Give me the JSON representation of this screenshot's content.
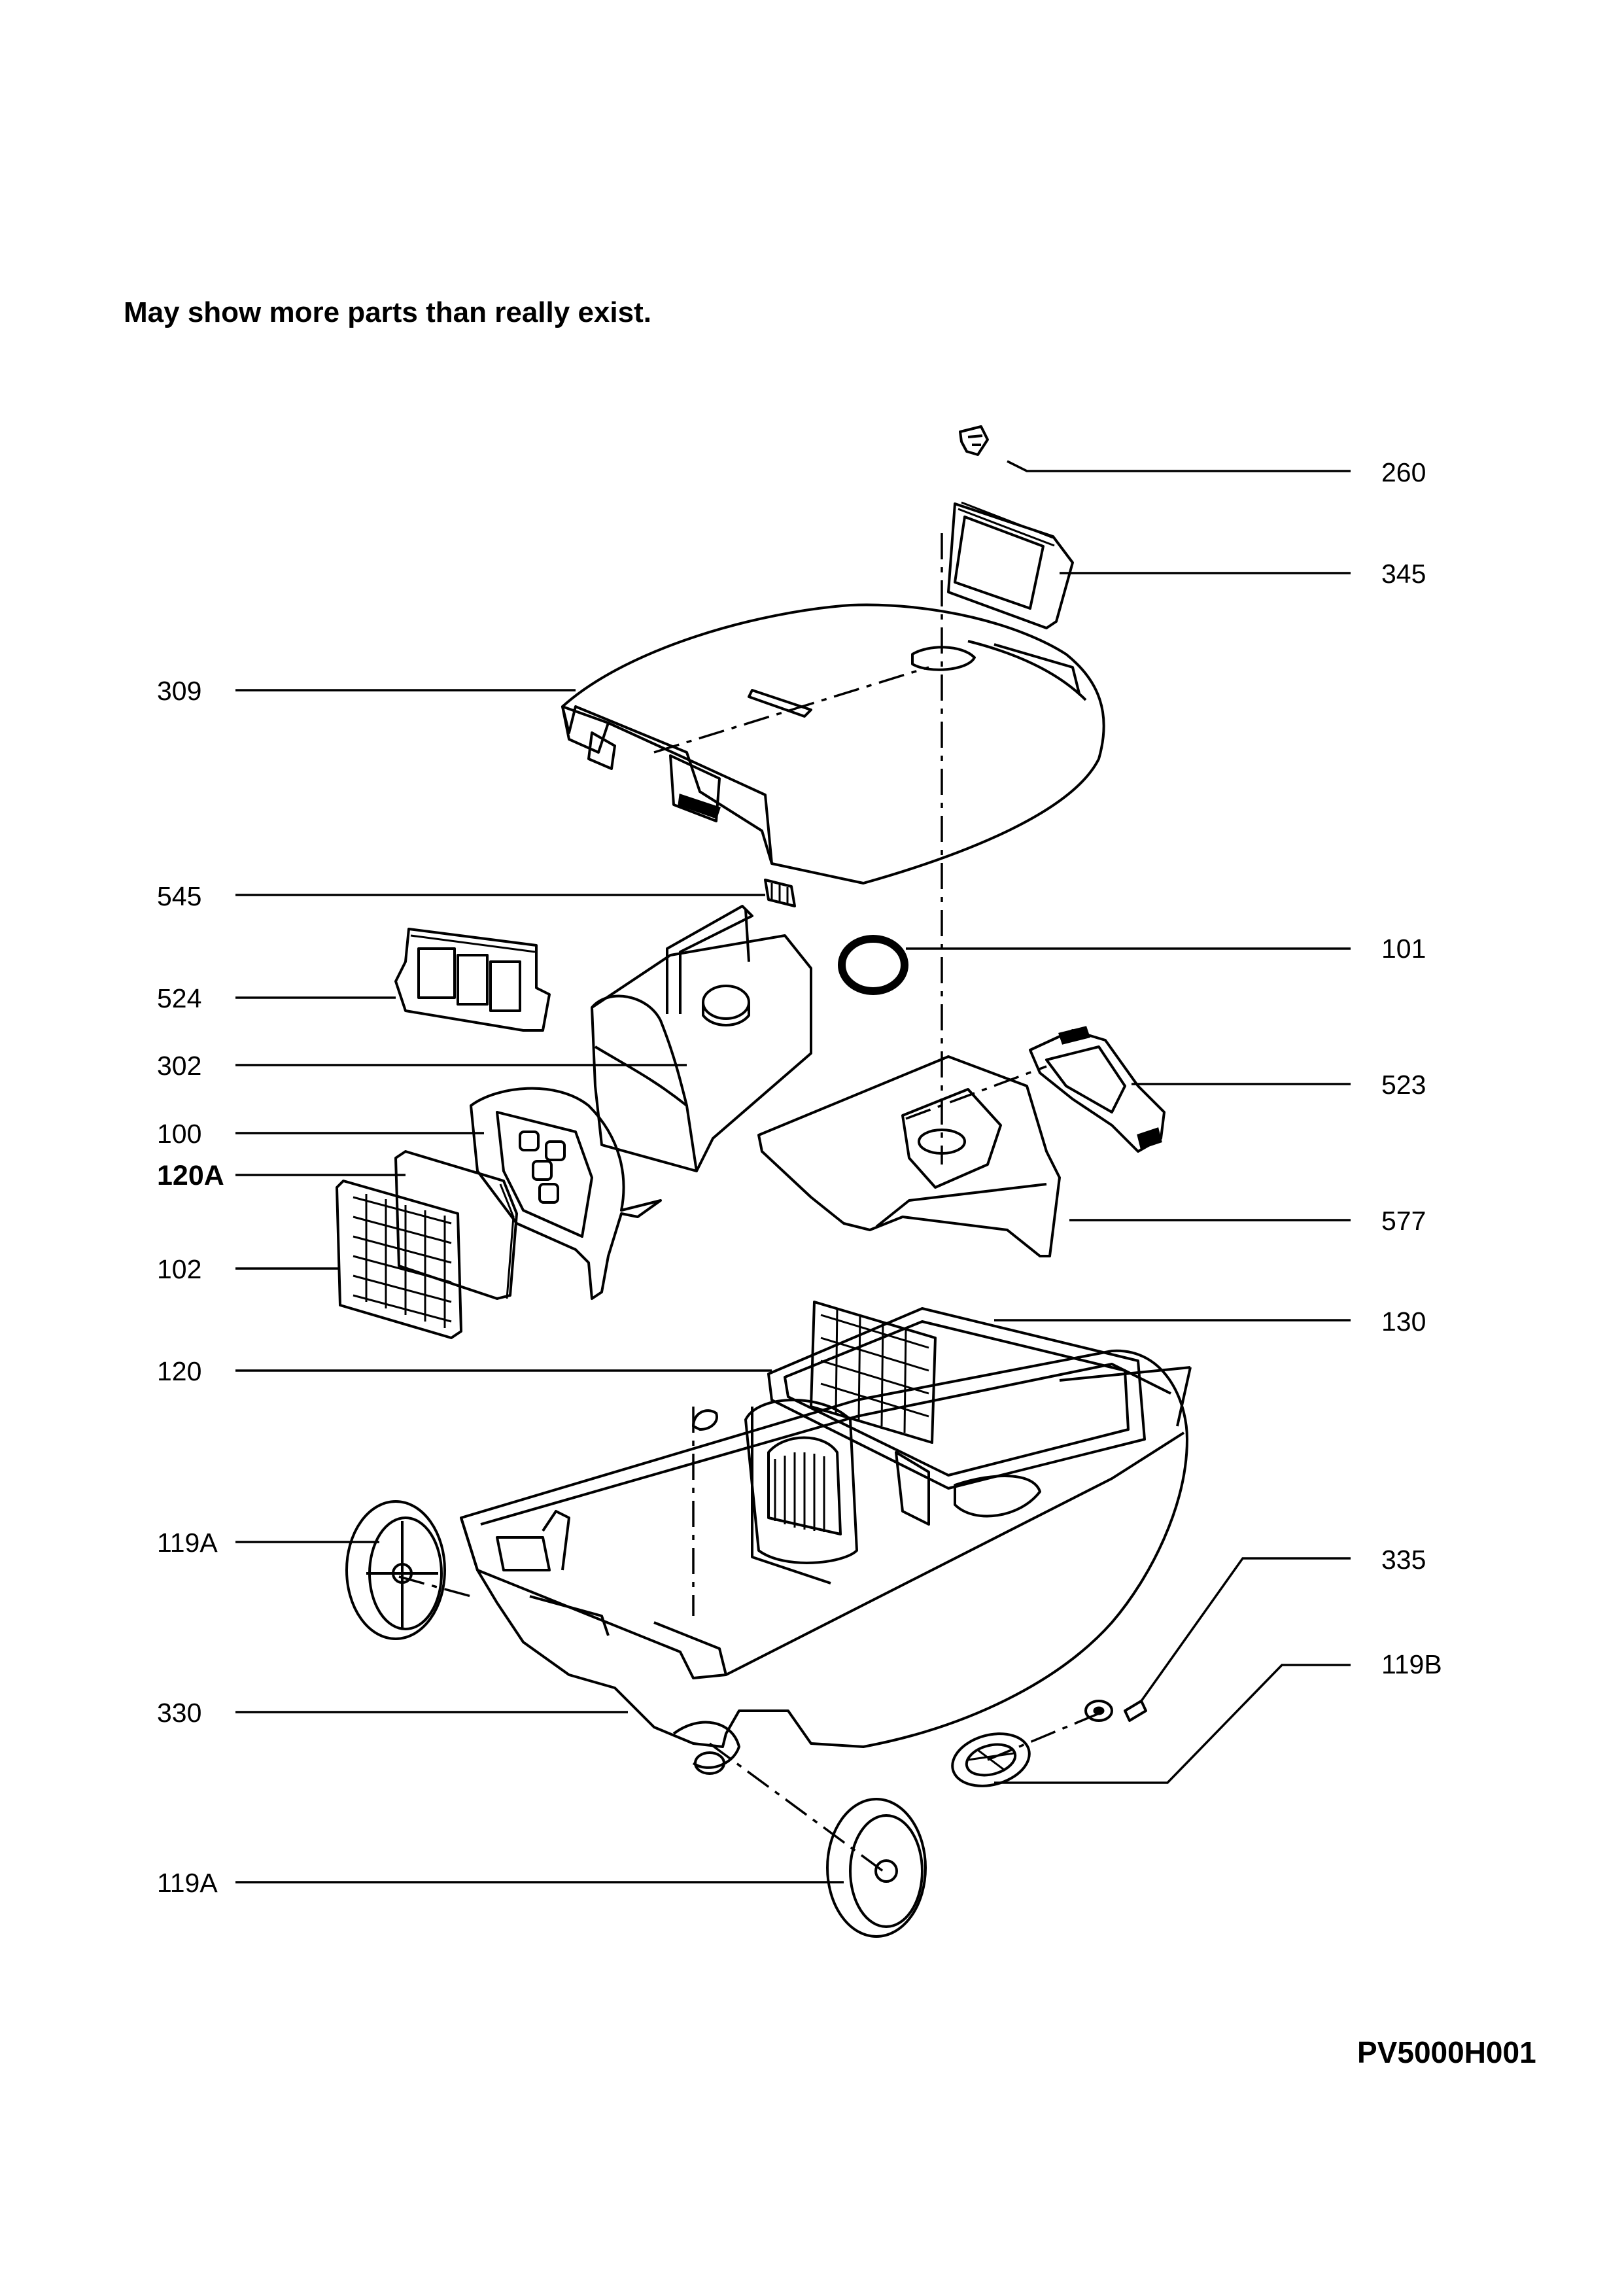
{
  "note": "May show more parts than really exist.",
  "diagram_code": "PV5000H001",
  "labels_left": [
    {
      "id": "309",
      "text": "309"
    },
    {
      "id": "545",
      "text": "545"
    },
    {
      "id": "524",
      "text": "524"
    },
    {
      "id": "302",
      "text": "302"
    },
    {
      "id": "100",
      "text": "100"
    },
    {
      "id": "120A",
      "text": "120A"
    },
    {
      "id": "102",
      "text": "102"
    },
    {
      "id": "120",
      "text": "120"
    },
    {
      "id": "119A_top",
      "text": "119A"
    },
    {
      "id": "330",
      "text": "330"
    },
    {
      "id": "119A_bottom",
      "text": "119A"
    }
  ],
  "labels_right": [
    {
      "id": "260",
      "text": "260"
    },
    {
      "id": "345",
      "text": "345"
    },
    {
      "id": "101",
      "text": "101"
    },
    {
      "id": "523",
      "text": "523"
    },
    {
      "id": "577",
      "text": "577"
    },
    {
      "id": "130",
      "text": "130"
    },
    {
      "id": "335",
      "text": "335"
    },
    {
      "id": "119B",
      "text": "119B"
    }
  ]
}
